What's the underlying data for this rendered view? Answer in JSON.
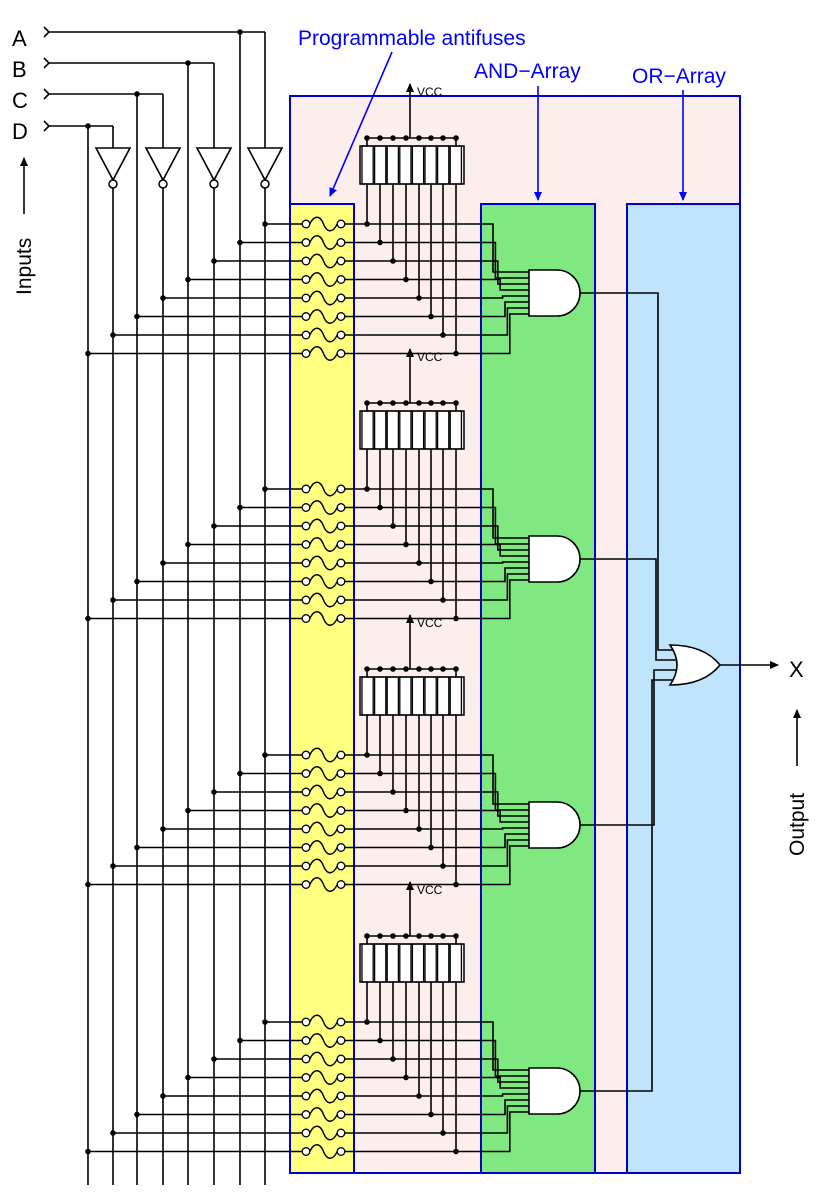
{
  "inputs": [
    "A",
    "B",
    "C",
    "D"
  ],
  "labels": {
    "inputs": "Inputs",
    "output": "Output",
    "output_name": "X",
    "antifuses": "Programmable antifuses",
    "and_array": "AND−Array",
    "or_array": "OR−Array",
    "vcc": "VCC"
  },
  "colors": {
    "wire": "#000000",
    "callout": "#0000ff",
    "block_border": "#0000cc",
    "block_fill": "#fdeeee",
    "antifuse_fill": "#ffff80",
    "and_fill": "#80e880",
    "or_fill": "#c0e4fb"
  },
  "structure": {
    "product_terms": 4,
    "lines_per_term": 8,
    "pullup_resistors_per_term": 8
  }
}
